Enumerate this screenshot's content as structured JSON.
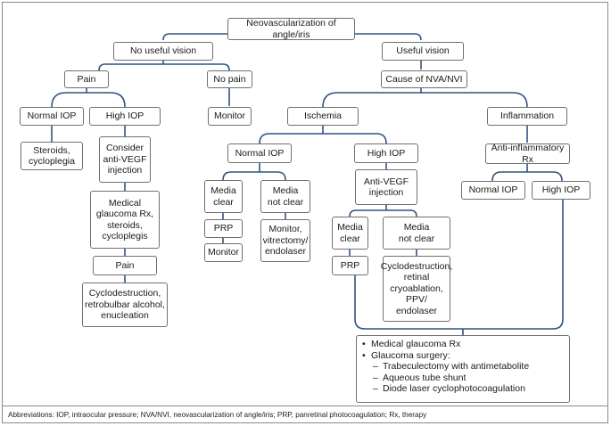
{
  "colors": {
    "connector": "#2f5380",
    "border": "#6f6f6f",
    "text": "#1a1a1a"
  },
  "nodes": {
    "root": "Neovascularization of angle/iris",
    "no_useful_vision": "No useful vision",
    "useful_vision": "Useful vision",
    "pain": "Pain",
    "no_pain": "No pain",
    "cause": "Cause of NVA/NVI",
    "normal_iop_left": "Normal IOP",
    "high_iop_left": "High IOP",
    "monitor_top": "Monitor",
    "ischemia": "Ischemia",
    "inflammation": "Inflammation",
    "steroids": "Steroids,\ncycloplegia",
    "consider_antivegf": "Consider\nanti-VEGF\ninjection",
    "medical_glaucoma": "Medical\nglaucoma Rx,\nsteroids,\ncycloplegis",
    "pain2": "Pain",
    "cyclodestruction_left": "Cyclodestruction,\nretrobulbar alcohol,\nenucleation",
    "isch_normal_iop": "Normal IOP",
    "isch_high_iop": "High IOP",
    "anti_inflammatory": "Anti-inflammatory Rx",
    "media_clear_1": "Media\nclear",
    "media_not_clear_1": "Media\nnot clear",
    "prp_1": "PRP",
    "monitor_2": "Monitor",
    "monitor_vitrectomy": "Monitor,\nvitrectomy/\nendolaser",
    "antivegf_injection": "Anti-VEGF\ninjection",
    "media_clear_2": "Media\nclear",
    "media_not_clear_2": "Media\nnot clear",
    "prp_2": "PRP",
    "cyclodestruction_right": "Cyclodestruction,\nretinal\ncryoablation,\nPPV/\nendolaser",
    "infl_normal_iop": "Normal IOP",
    "infl_high_iop": "High IOP"
  },
  "final_box": {
    "bullet1": "Medical glaucoma Rx",
    "bullet2": "Glaucoma surgery:",
    "sub1": "Trabeculectomy with antimetabolite",
    "sub2": "Aqueous tube shunt",
    "sub3": "Diode laser cyclophotocoagulation"
  },
  "abbreviations": "Abbreviations: IOP, intraocular pressure; NVA/NVI, neovascularization of angle/iris; PRP, panretinal photocoagulation; Rx, therapy"
}
